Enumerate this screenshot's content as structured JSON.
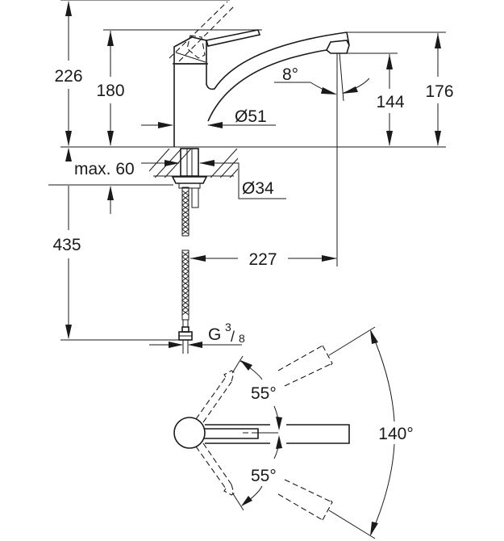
{
  "drawing": {
    "subject": "single-lever kitchen faucet dimension drawing",
    "side_view": {
      "dimensions": {
        "total_height_lever_open": "226",
        "body_height": "180",
        "spout_top_height": "176",
        "spout_outlet_height": "144",
        "body_diameter": "Ø51",
        "max_deck_thickness": "max. 60",
        "mounting_hole_diameter": "Ø34",
        "below_deck_length": "435",
        "spout_reach": "227",
        "spout_angle": "8°"
      },
      "connection": {
        "prefix": "G",
        "fraction_numerator": "3",
        "fraction_denominator": "8"
      }
    },
    "top_view": {
      "dimensions": {
        "swivel_left": "55°",
        "swivel_right": "55°",
        "total_swivel": "140°"
      }
    }
  }
}
